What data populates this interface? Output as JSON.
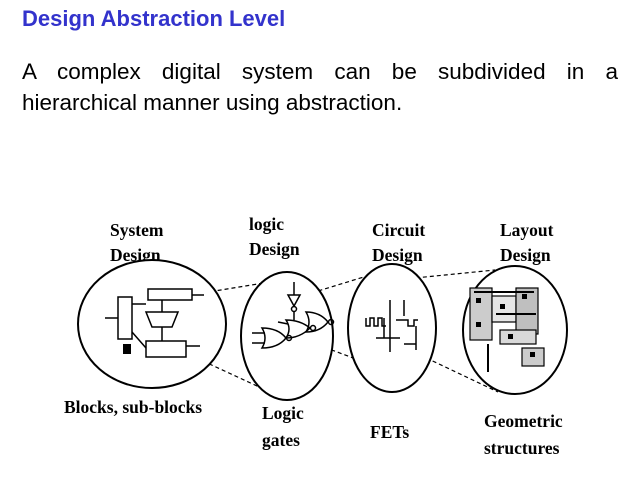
{
  "title": "Design Abstraction Level",
  "intro": "A complex digital system can be subdivided in a hierarchical manner using abstraction.",
  "top_labels": [
    {
      "line1": "System",
      "line2": "Design"
    },
    {
      "line1": "logic",
      "line2": "Design"
    },
    {
      "line1": "Circuit",
      "line2": "Design"
    },
    {
      "line1": "Layout",
      "line2": "Design"
    }
  ],
  "bottom_labels": [
    {
      "line1": "Blocks, sub-blocks",
      "line2": ""
    },
    {
      "line1": "Logic",
      "line2": "gates"
    },
    {
      "line1": "FETs",
      "line2": ""
    },
    {
      "line1": "Geometric",
      "line2": "structures"
    }
  ]
}
